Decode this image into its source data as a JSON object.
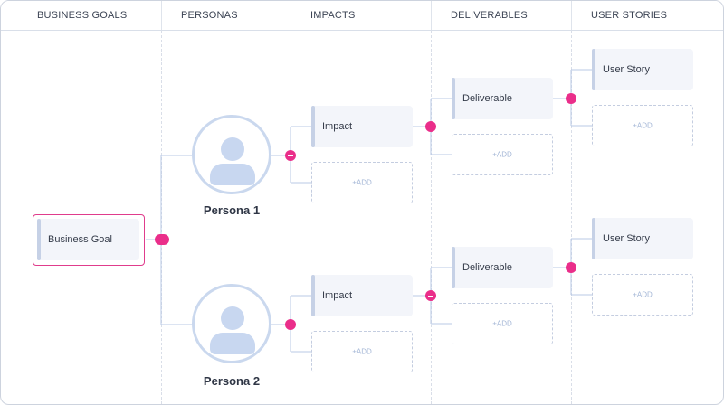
{
  "columns": [
    "BUSINESS GOALS",
    "PERSONAS",
    "IMPACTS",
    "DELIVERABLES",
    "USER STORIES"
  ],
  "goal": {
    "label": "Business Goal"
  },
  "personas": [
    {
      "name": "Persona 1",
      "impact": "Impact",
      "deliverable": "Deliverable",
      "user_story": "User Story"
    },
    {
      "name": "Persona 2",
      "impact": "Impact",
      "deliverable": "Deliverable",
      "user_story": "User Story"
    }
  ],
  "add_label": "+ADD",
  "colors": {
    "accent": "#ea2e8a",
    "line": "#b9c8e4",
    "card": "#f3f5fa",
    "avatar": "#c8d7f0"
  }
}
